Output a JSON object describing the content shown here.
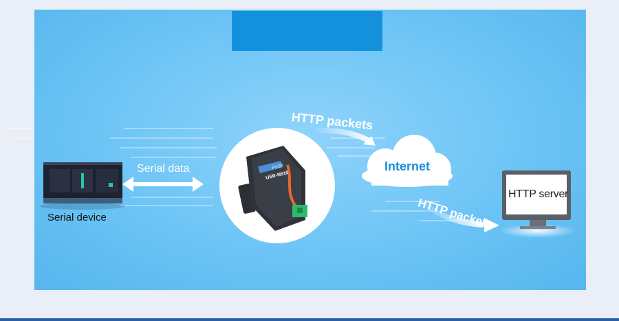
{
  "diagram": {
    "title": "",
    "nodes": {
      "serial_device": "Serial device",
      "converter_model": "USR-N510",
      "converter_brand": "PUSR",
      "cloud": "Internet",
      "server": "HTTP server"
    },
    "edges": {
      "serial_link": "Serial data",
      "uplink": "HTTP packets",
      "downlink": "HTTP packets"
    },
    "colors": {
      "title_bar": "#1391dd",
      "background": "#6cc4f5",
      "internet_text": "#1a8fd9"
    }
  }
}
